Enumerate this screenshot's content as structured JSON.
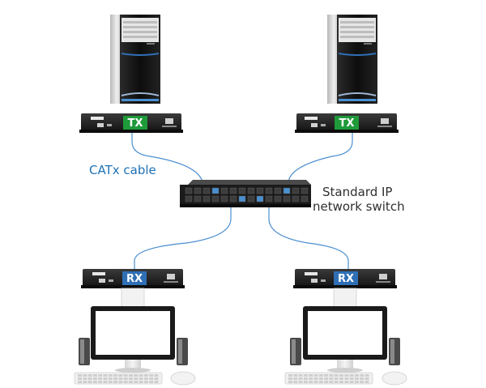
{
  "labels": {
    "catx_cable": "CATx cable",
    "switch_line1": "Standard IP",
    "switch_line2": "network switch"
  },
  "units": {
    "tx_left": "TX",
    "tx_right": "TX",
    "rx_left": "RX",
    "rx_right": "RX"
  },
  "colors": {
    "tx_badge": "#1e9a3a",
    "rx_badge": "#2f6fb5",
    "cable": "#4a8fd0",
    "unit_body": "#1c1c1c",
    "tower_front": "#111111",
    "tower_side": "#cfcfcf"
  },
  "icons": [
    "computer-tower-icon",
    "monitor-icon",
    "speaker-icon",
    "keyboard-icon",
    "mouse-icon",
    "network-switch-icon",
    "kvm-extender-icon"
  ]
}
